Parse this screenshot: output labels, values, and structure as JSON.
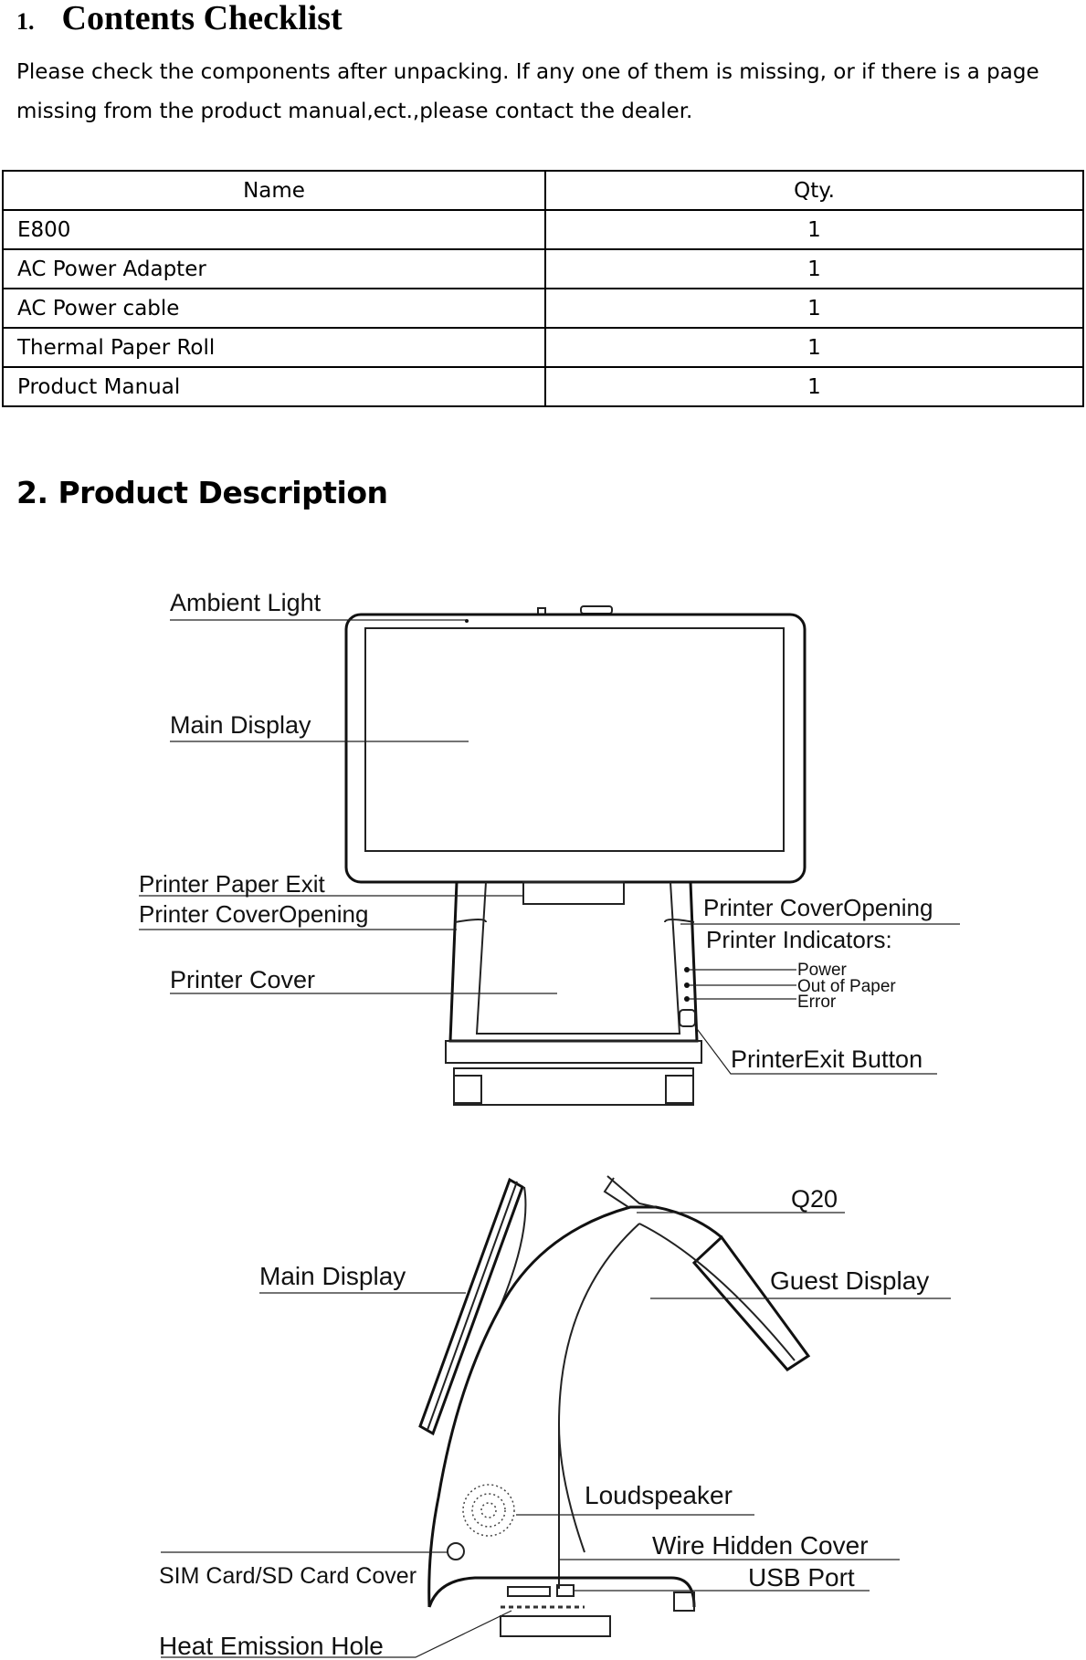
{
  "section1": {
    "number": "1.",
    "title": "Contents Checklist",
    "intro": "Please check the components after unpacking. If any one of them is missing, or if there is a page missing from the product manual,ect.,please contact the dealer."
  },
  "checklist": {
    "headers": [
      "Name",
      "Qty."
    ],
    "rows": [
      {
        "name": "E800",
        "qty": "1"
      },
      {
        "name": "AC Power Adapter",
        "qty": "1"
      },
      {
        "name": "AC Power cable",
        "qty": "1"
      },
      {
        "name": "Thermal Paper Roll",
        "qty": "1"
      },
      {
        "name": "Product Manual",
        "qty": "1"
      }
    ]
  },
  "section2": {
    "title": "2. Product Description"
  },
  "front_view_labels": {
    "ambient_light": "Ambient Light",
    "main_display": "Main Display",
    "printer_paper_exit": "Printer Paper Exit",
    "printer_cover_opening_left": "Printer CoverOpening",
    "printer_cover": "Printer Cover",
    "printer_cover_opening_right": "Printer CoverOpening",
    "printer_indicators": "Printer Indicators:",
    "indicator_power": "Power",
    "indicator_out_of_paper": "Out of Paper",
    "indicator_error": "Error",
    "printer_exit_button": "PrinterExit Button"
  },
  "side_view_labels": {
    "q20": "Q20",
    "main_display": "Main Display",
    "guest_display": "Guest Display",
    "loudspeaker": "Loudspeaker",
    "wire_hidden_cover": "Wire Hidden Cover",
    "sim_sd_cover": "SIM Card/SD Card Cover",
    "usb_port": "USB Port",
    "heat_emission_hole": "Heat Emission Hole"
  }
}
